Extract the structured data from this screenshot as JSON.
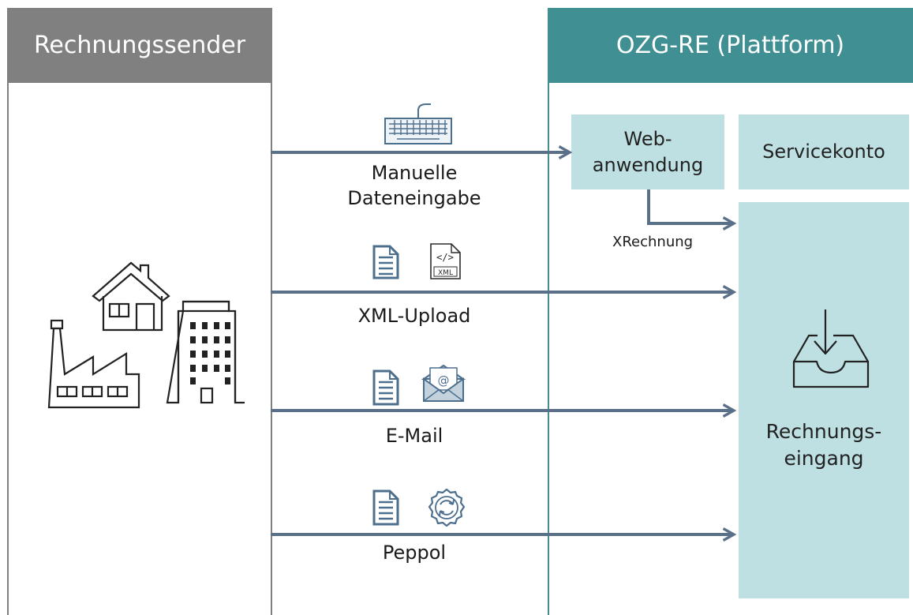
{
  "sender": {
    "title": "Rechnungssender"
  },
  "platform": {
    "title": "OZG-RE (Plattform)",
    "web_app_label": "Web-\nanwendung",
    "service_account_label": "Servicekonto",
    "inbox_label": "Rechnungs-\neingang"
  },
  "channels": [
    {
      "label": "Manuelle\nDateneingabe",
      "icons": [
        "keyboard-icon"
      ]
    },
    {
      "label": "XML-Upload",
      "icons": [
        "document-icon",
        "xml-file-icon"
      ]
    },
    {
      "label": "E-Mail",
      "icons": [
        "document-icon",
        "email-icon"
      ]
    },
    {
      "label": "Peppol",
      "icons": [
        "document-icon",
        "sync-gear-icon"
      ]
    }
  ],
  "xrechnung_label": "XRechnung",
  "colors": {
    "sender_header": "#808080",
    "platform_header": "#3f8f93",
    "box_fill": "#bfe0e2",
    "arrow": "#5a7089",
    "icon_blue": "#4d6f8e"
  }
}
